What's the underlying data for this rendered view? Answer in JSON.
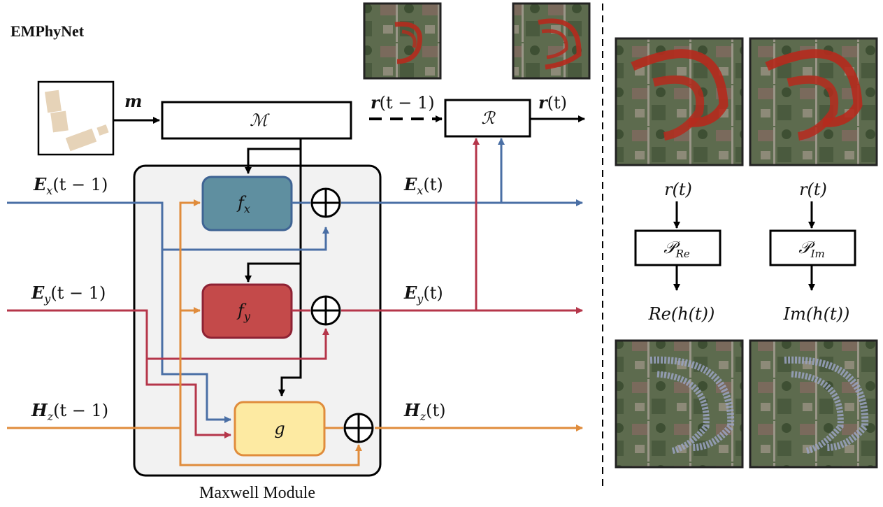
{
  "title": "EMPhyNet",
  "module_label": "Maxwell Module",
  "colors": {
    "ex": "#4a6fa5",
    "ey": "#b5364a",
    "hz": "#e08c3c",
    "fx_fill": "#5f8fa0",
    "fy_fill": "#c44a4a",
    "g_fill": "#fdeaa2",
    "module_bg": "#f2f2f2",
    "building": "#e6d3b8"
  },
  "inputs": {
    "m": "m",
    "ex": "E",
    "ex_sub": "x",
    "ex_arg": "(t − 1)",
    "ey": "E",
    "ey_sub": "y",
    "ey_arg": "(t − 1)",
    "hz": "H",
    "hz_sub": "z",
    "hz_arg": "(t − 1)"
  },
  "outputs": {
    "ex": "E",
    "ex_sub": "x",
    "ex_arg": "(t)",
    "ey": "E",
    "ey_sub": "y",
    "ey_arg": "(t)",
    "hz": "H",
    "hz_sub": "z",
    "hz_arg": "(t)"
  },
  "blocks": {
    "M": "ℳ",
    "R": "ℛ",
    "fx": "f",
    "fx_sub": "x",
    "fy": "f",
    "fy_sub": "y",
    "g": "g",
    "sum": "⊕"
  },
  "recurrence": {
    "r_prev": "r",
    "r_prev_arg": "(t − 1)",
    "r_now": "r",
    "r_now_arg": "(t)"
  },
  "projections": {
    "left_input": "r(t)",
    "right_input": "r(t)",
    "p_re": "𝒫",
    "p_re_sub": "Re",
    "p_im": "𝒫",
    "p_im_sub": "Im",
    "re_out": "Re(h(t))",
    "im_out": "Im(h(t))"
  }
}
